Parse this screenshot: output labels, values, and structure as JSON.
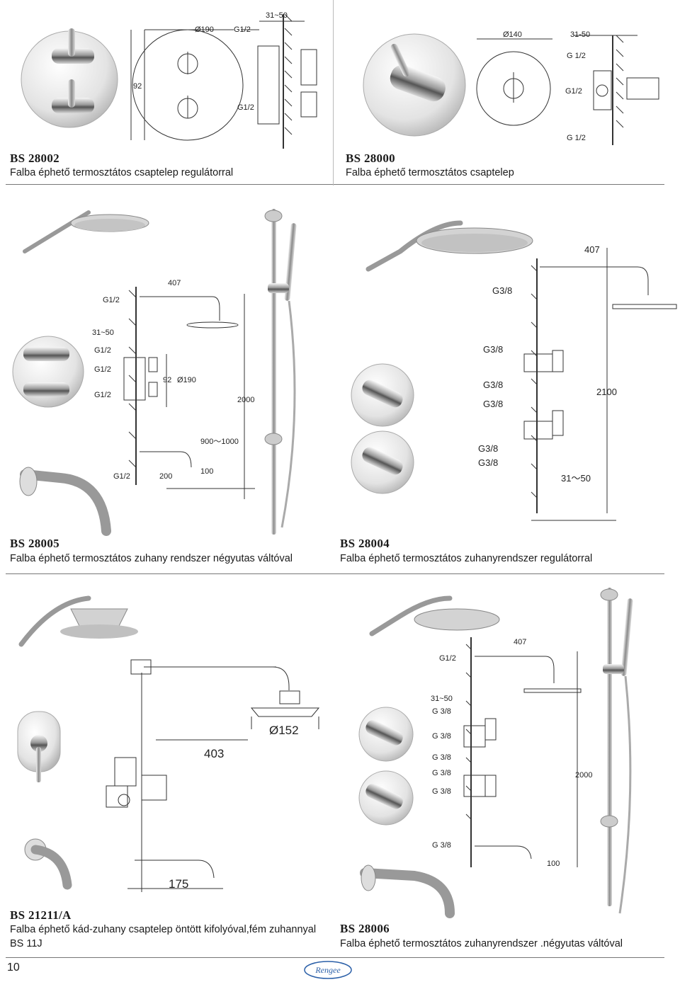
{
  "page_number": "10",
  "brand_logo": "Rengee",
  "products": [
    {
      "code": "BS 28002",
      "description": "Falba éphető termosztátos csaptelep regulátorral"
    },
    {
      "code": "BS 28000",
      "description": "Falba éphető termosztátos csaptelep"
    },
    {
      "code": "BS 28005",
      "description": "Falba éphető termosztátos zuhany rendszer négyutas váltóval"
    },
    {
      "code": "BS 28004",
      "description": "Falba éphető termosztátos zuhanyrendszer regulátorral"
    },
    {
      "code": "BS 21211/A",
      "description": "Falba éphető kád-zuhany csaptelep öntött kifolyóval,fém zuhannyal",
      "extra": "BS 11J"
    },
    {
      "code": "BS 28006",
      "description": "Falba éphető termosztátos zuhanyrendszer .négyutas váltóval"
    }
  ],
  "dims": {
    "p1": {
      "d190": "Ø190",
      "g12a": "G1/2",
      "r3150": "31~50",
      "h92": "92",
      "g12b": "G1/2"
    },
    "p2": {
      "d140": "Ø140",
      "r3150": "31-50",
      "g12a": "G 1/2",
      "g12b": "G1/2",
      "g12c": "G 1/2"
    },
    "p3": {
      "g12top": "G1/2",
      "w407": "407",
      "r3150": "31~50",
      "g12a": "G1/2",
      "g12b": "G1/2",
      "g12c": "G1/2",
      "h92": "92",
      "d190": "Ø190",
      "h2000": "2000",
      "r9001000": "900～1000",
      "g12d": "G1/2",
      "w200": "200",
      "h100": "100"
    },
    "p4": {
      "w407": "407",
      "g38top": "G3/8",
      "g38a": "G3/8",
      "g38b": "G3/8",
      "g38c": "G3/8",
      "h2100": "2100",
      "g38d": "G3/8",
      "g38e": "G3/8",
      "r3150": "31～50"
    },
    "p5": {
      "d152": "Ø152",
      "w403": "403",
      "w175": "175"
    },
    "p6": {
      "w407": "407",
      "g12top": "G1/2",
      "r3150": "31~50",
      "g38a": "G 3/8",
      "g38b": "G 3/8",
      "g38c": "G 3/8",
      "g38d": "G 3/8",
      "g38e": "G 3/8",
      "h2000": "2000",
      "g38f": "G 3/8",
      "h100": "100"
    }
  }
}
